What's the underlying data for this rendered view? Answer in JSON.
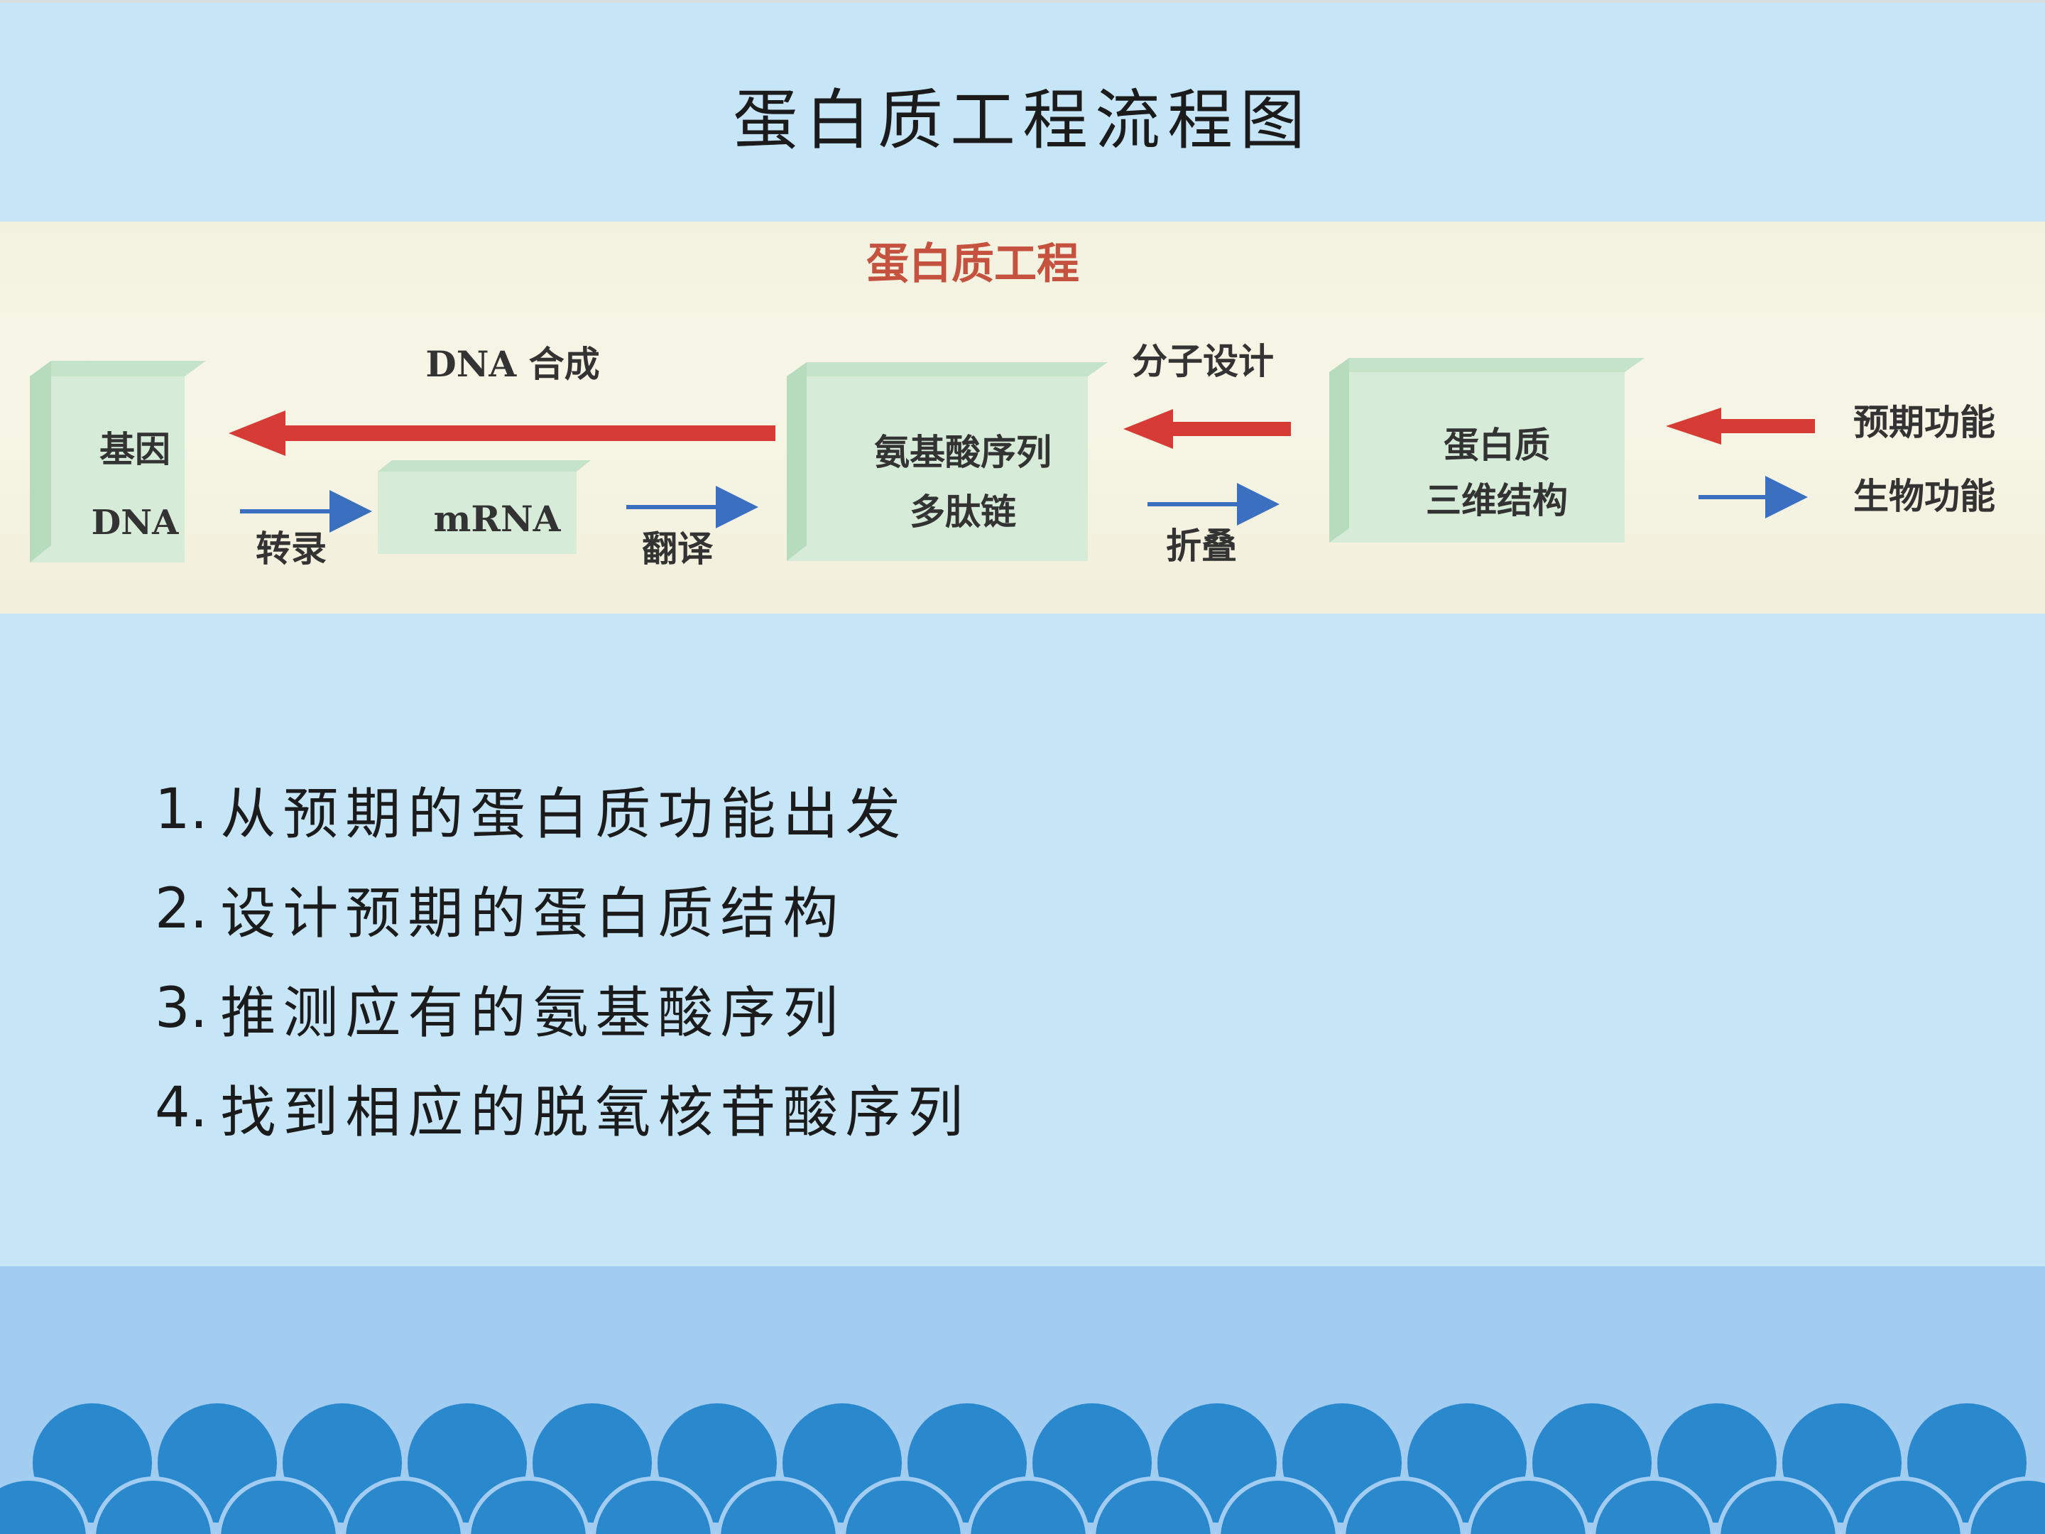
{
  "slide": {
    "title": "蛋白质工程流程图"
  },
  "figure": {
    "heading": "蛋白质工程",
    "boxes": {
      "gene": {
        "line1": "基因",
        "line2": "DNA"
      },
      "mrna": {
        "label": "mRNA"
      },
      "amino": {
        "line1": "氨基酸序列",
        "line2": "多肽链"
      },
      "protein": {
        "line1": "蛋白质",
        "line2": "三维结构"
      }
    },
    "arrows": {
      "dna_synthesis": "DNA 合成",
      "molecular_design": "分子设计",
      "transcription": "转录",
      "translation": "翻译",
      "folding": "折叠"
    },
    "functions": {
      "expected": "预期功能",
      "biological": "生物功能"
    },
    "colors": {
      "red_arrow": "#d63c35",
      "blue_arrow": "#3b6fc0",
      "heading": "#c4523f",
      "box_face": "#d7ecd8"
    }
  },
  "steps": [
    {
      "num": "1.",
      "text": "从预期的蛋白质功能出发"
    },
    {
      "num": "2.",
      "text": "设计预期的蛋白质结构"
    },
    {
      "num": "3.",
      "text": "推测应有的氨基酸序列"
    },
    {
      "num": "4.",
      "text": "找到相应的脱氧核苷酸序列"
    }
  ],
  "decor": {
    "wave_color": "#2a88cc",
    "band_color": "#a3cdf0"
  }
}
